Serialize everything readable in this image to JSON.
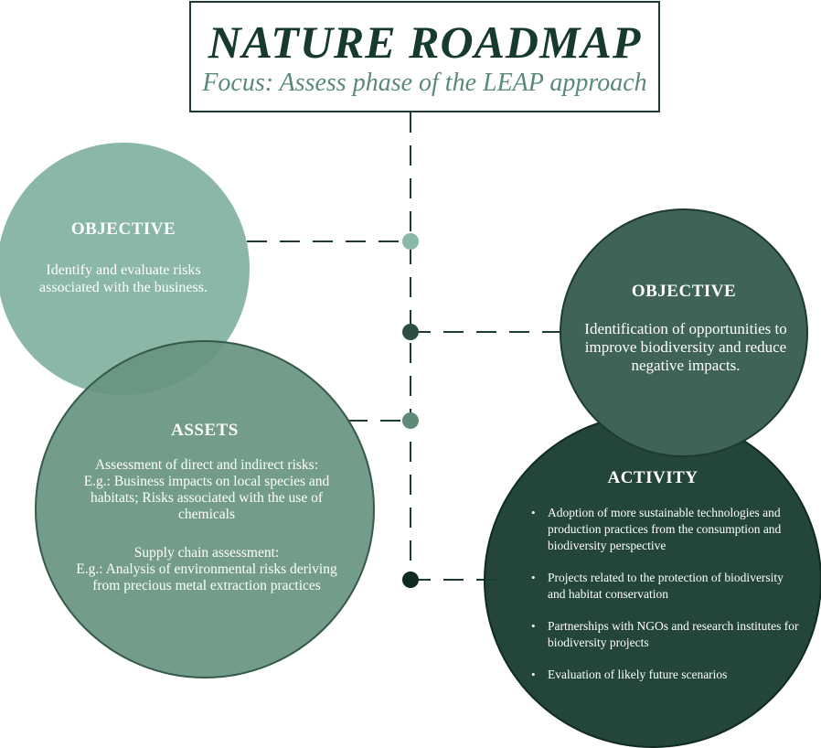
{
  "title": "NATURE ROADMAP",
  "subtitle": "Focus: Assess phase of the LEAP approach",
  "objective_left": {
    "heading": "OBJECTIVE",
    "text": "Identify and evaluate risks associated with the business."
  },
  "assets": {
    "heading": "ASSETS",
    "block1": {
      "line1": "Assessment of direct and indirect risks:",
      "line2": "E.g.: Business impacts on local species and habitats; Risks associated with the use of chemicals"
    },
    "block2": {
      "line1": "Supply chain assessment:",
      "line2": "E.g.: Analysis of environmental risks deriving from precious metal extraction practices"
    }
  },
  "objective_right": {
    "heading": "OBJECTIVE",
    "text": "Identification of opportunities to improve biodiversity and reduce negative impacts."
  },
  "activity": {
    "heading": "ACTIVITY",
    "items": [
      "Adoption of more sustainable technologies and production practices from the consumption and biodiversity perspective",
      "Projects related to the protection of biodiversity and habitat conservation",
      "Partnerships with NGOs and research institutes for biodiversity projects",
      "Evaluation of likely future scenarios"
    ]
  },
  "colors": {
    "dark_green": "#173a2e",
    "light_green": "#8bb7a6",
    "mid_green": "#679480",
    "forest_green": "#3f6355",
    "deep_green": "#1b3e32"
  }
}
